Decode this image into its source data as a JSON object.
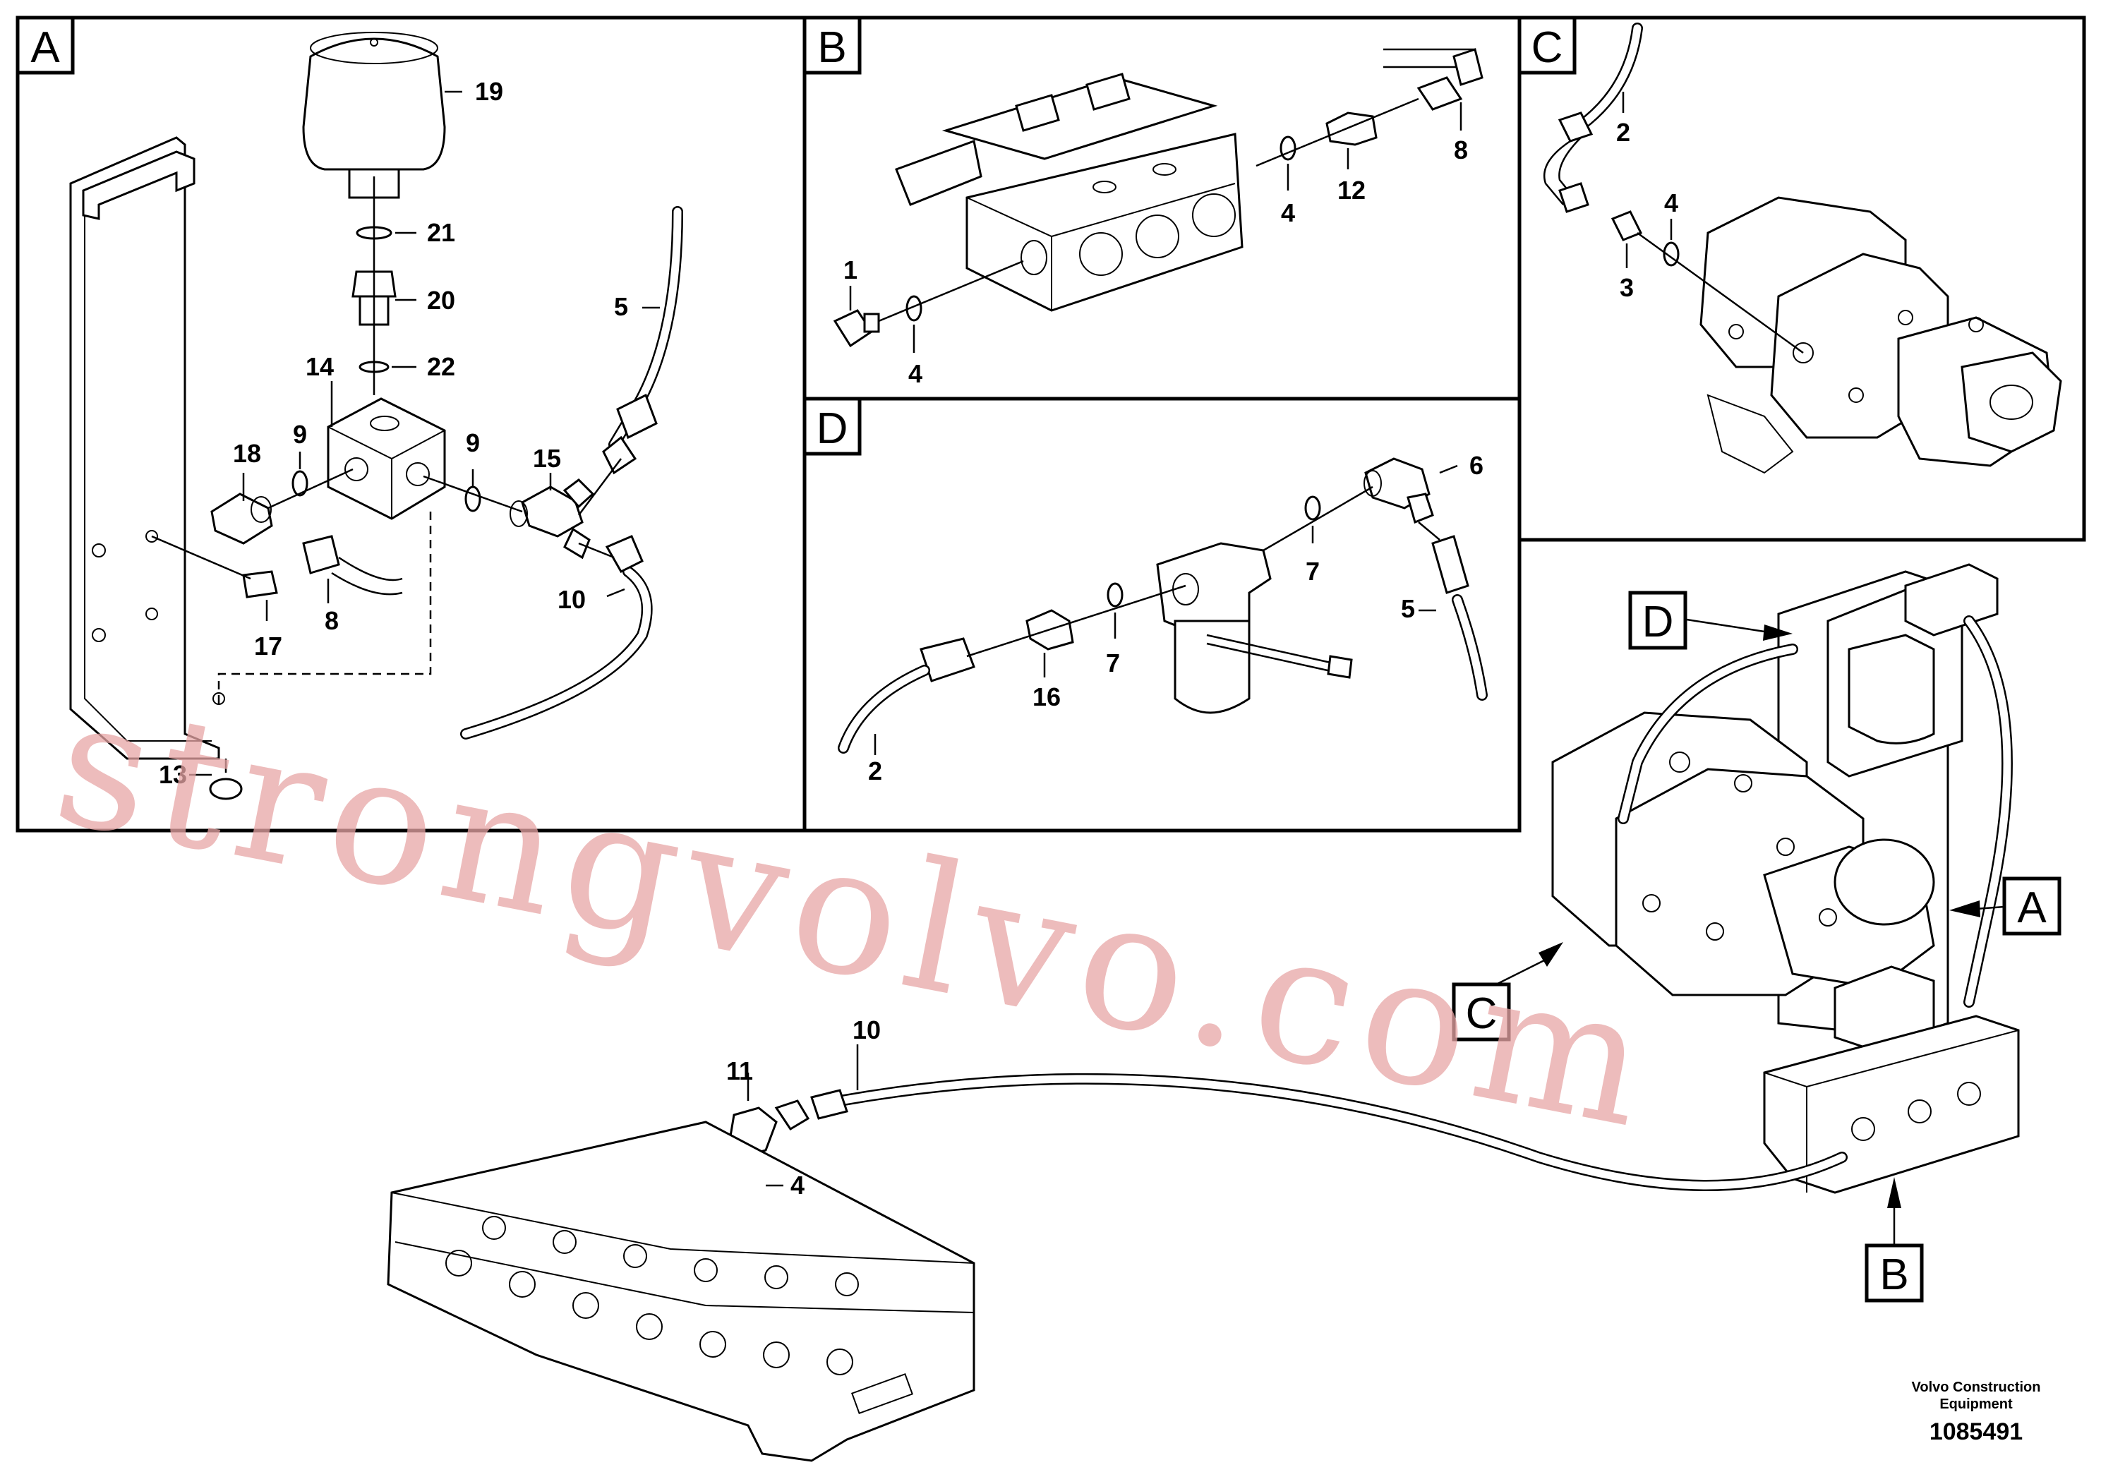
{
  "panels": {
    "A": {
      "letter": "A",
      "callouts": [
        "19",
        "21",
        "20",
        "22",
        "14",
        "9",
        "9",
        "18",
        "15",
        "5",
        "8",
        "10",
        "17",
        "13"
      ]
    },
    "B": {
      "letter": "B",
      "callouts": [
        "8",
        "12",
        "4",
        "1",
        "4"
      ]
    },
    "C": {
      "letter": "C",
      "callouts": [
        "2",
        "4",
        "3"
      ]
    },
    "D": {
      "letter": "D",
      "callouts": [
        "6",
        "7",
        "5",
        "7",
        "16",
        "2"
      ]
    }
  },
  "overview": {
    "pointers": [
      "D",
      "A",
      "C",
      "B"
    ],
    "callouts": [
      "10",
      "11",
      "4"
    ]
  },
  "watermark": "strongvolvo.com",
  "credit": {
    "line1": "Volvo Construction",
    "line2": "Equipment",
    "doc_number": "1085491"
  }
}
